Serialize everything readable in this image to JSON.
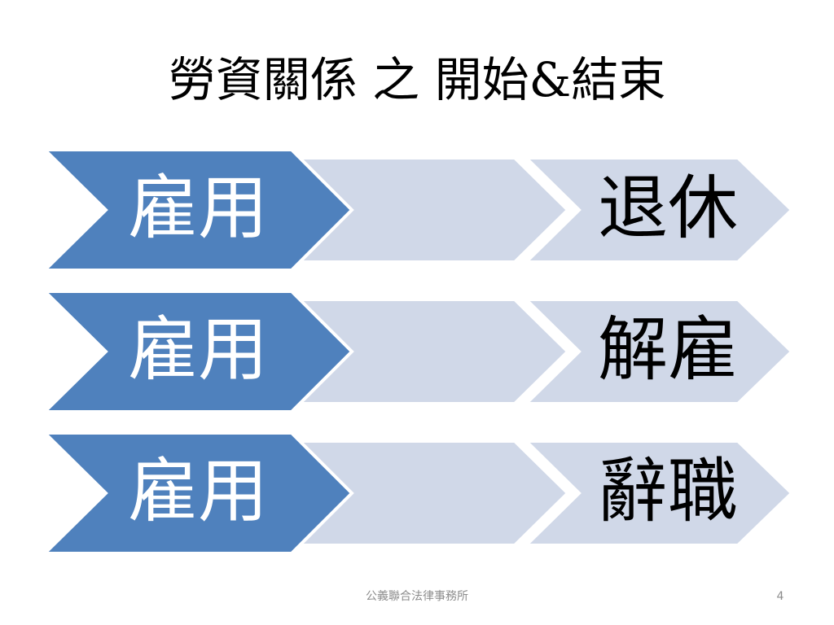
{
  "slide": {
    "title": "勞資關係 之 開始&結束"
  },
  "rows": [
    {
      "start": "雇用",
      "end": "退休"
    },
    {
      "start": "雇用",
      "end": "解雇"
    },
    {
      "start": "雇用",
      "end": "辭職"
    }
  ],
  "footer": {
    "organization": "公義聯合法律事務所",
    "page_number": "4"
  },
  "colors": {
    "accent": "#4F81BD",
    "light": "#D0D8E8",
    "background": "#FFFFFF",
    "text_dark": "#000000",
    "text_light": "#FFFFFF",
    "footer": "#8C8C8C"
  }
}
